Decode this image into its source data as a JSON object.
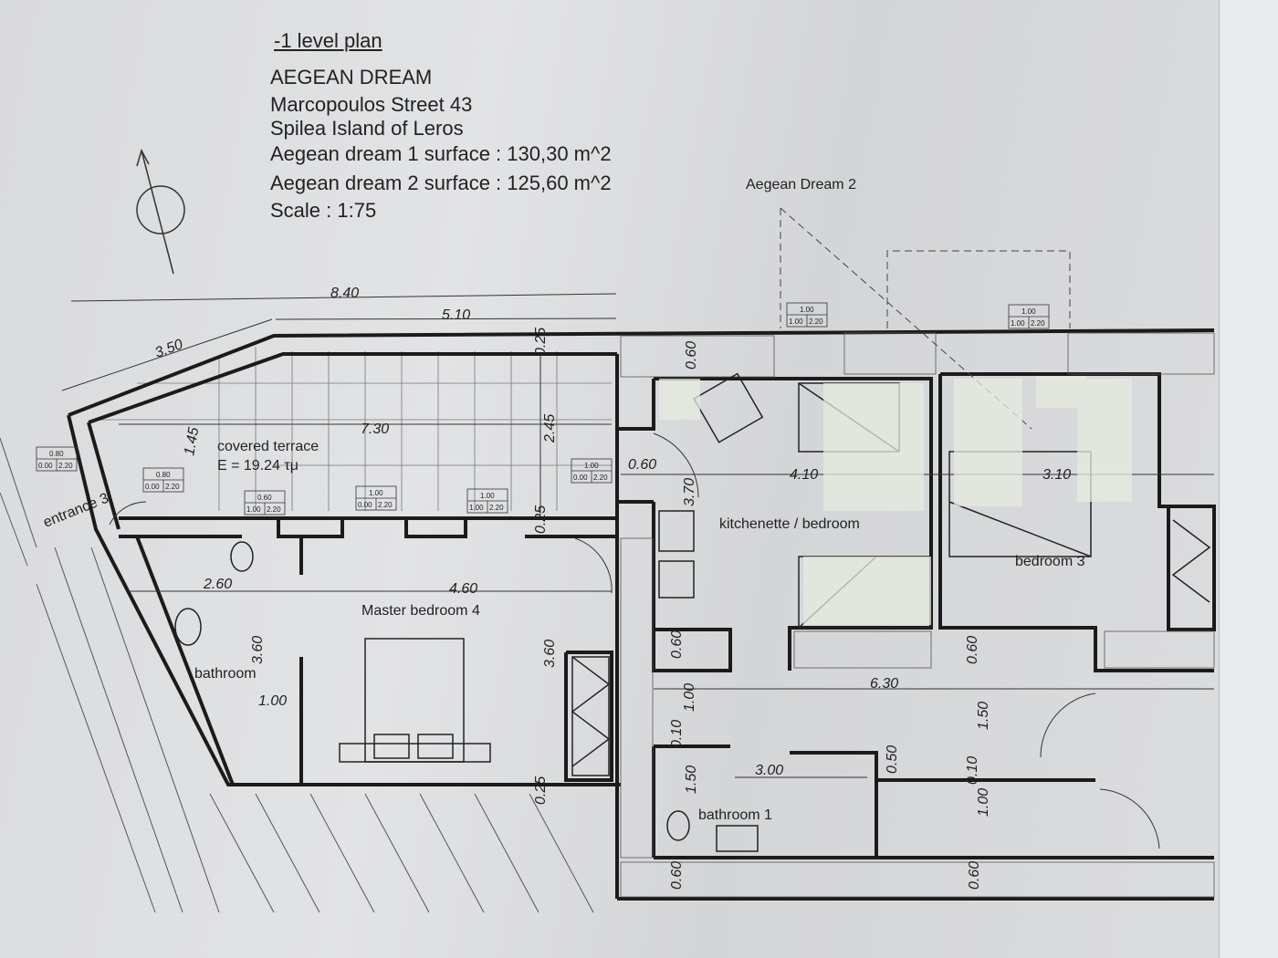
{
  "title_block": {
    "level": "-1 level plan",
    "name": "AEGEAN DREAM",
    "street": "Marcopoulos Street 43",
    "location": "Spilea Island of  Leros",
    "surface_1": "Aegean dream 1 surface : 130,30 m^2",
    "surface_2": "Aegean dream 2 surface : 125,60 m^2",
    "scale": "Scale : 1:75"
  },
  "annex_label": "Aegean Dream 2",
  "rooms": {
    "terrace": "covered terrace",
    "terrace_area": "E = 19.24 τμ",
    "entrance": "entrance 3",
    "master": "Master bedroom 4",
    "bathroom": "bathroom",
    "kitchenette": "kitchenette / bedroom",
    "bedroom3": "bedroom 3",
    "bathroom1": "bathroom 1"
  },
  "dimensions": {
    "d840": "8.40",
    "d510": "5.10",
    "d350": "3.50",
    "d730": "7.30",
    "d245": "2.45",
    "d025a": "0.25",
    "d025b": "0.25",
    "d025c": "0.25",
    "d145": "1.45",
    "d060a": "0.60",
    "d370": "3.70",
    "d410": "4.10",
    "d310": "3.10",
    "d060b": "0.60",
    "d260": "2.60",
    "d460": "4.60",
    "d360a": "3.60",
    "d360b": "3.60",
    "d100a": "1.00",
    "d060c": "0.60",
    "d100b": "1.00",
    "d010a": "0.10",
    "d150a": "1.50",
    "d300": "3.00",
    "d060d": "0.60",
    "d630": "6.30",
    "d060e": "0.60",
    "d150b": "1.50",
    "d050": "0.50",
    "d010b": "0.10",
    "d100c": "1.00",
    "d060f": "0.60"
  },
  "opening_tags": [
    {
      "w": "0.80",
      "sill": "0.00",
      "h": "2.20"
    },
    {
      "w": "0.80",
      "sill": "0.00",
      "h": "2.20"
    },
    {
      "w": "0.60",
      "sill": "1.00",
      "h": "2.20"
    },
    {
      "w": "1.00",
      "sill": "0.00",
      "h": "2.20"
    },
    {
      "w": "1.00",
      "sill": "1.00",
      "h": "2.20"
    },
    {
      "w": "1.00",
      "sill": "0.00",
      "h": "2.20"
    },
    {
      "w": "1.00",
      "sill": "1.00",
      "h": "2.20"
    },
    {
      "w": "1.00",
      "sill": "1.00",
      "h": "2.20"
    }
  ]
}
